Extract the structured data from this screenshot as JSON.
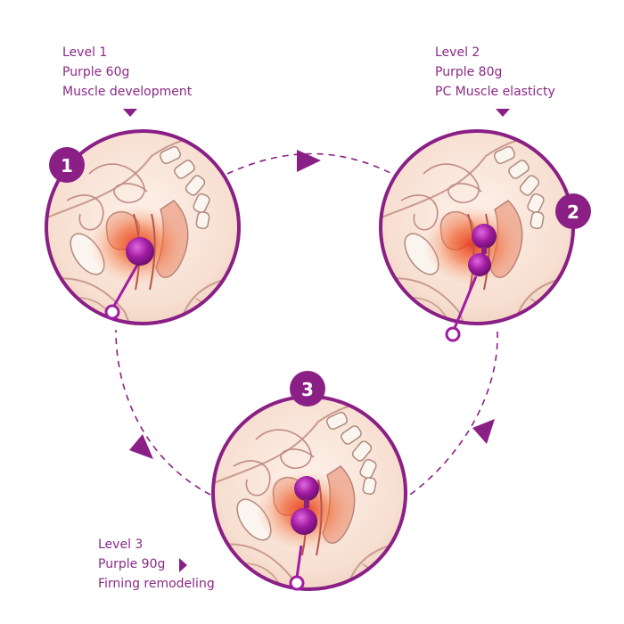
{
  "levels": [
    {
      "number": "1",
      "level": "Level 1",
      "weight": "Purple 60g",
      "benefit": "Muscle development"
    },
    {
      "number": "2",
      "level": "Level 2",
      "weight": "Purple 80g",
      "benefit": "PC Muscle elasticty"
    },
    {
      "number": "3",
      "level": "Level 3",
      "weight": "Purple 90g",
      "benefit": "Firning remodeling"
    }
  ],
  "colors": {
    "accent": "#8a1f86",
    "ball": "#a21ca2",
    "skin": "#f8e4d8",
    "glow": "#e8361c",
    "line": "#b07a78"
  }
}
